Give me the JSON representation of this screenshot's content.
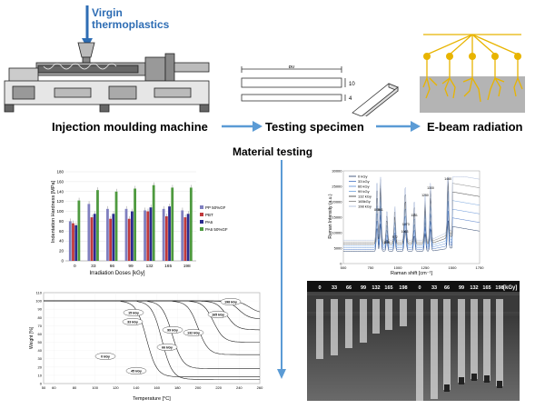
{
  "top": {
    "virgin_label": "Virgin\nthermoplastics",
    "stage1": "Injection moulding machine",
    "stage2": "Testing specimen",
    "stage3": "E-beam radiation",
    "dim_length": "80",
    "dim_height": "10",
    "dim_thick": "4"
  },
  "material_testing": "Material testing",
  "hardness_chart": {
    "type": "bar",
    "ylabel": "Indentation Hardness [MPa]",
    "xlabel": "Irradiation Doses [kGy]",
    "categories": [
      "0",
      "33",
      "66",
      "99",
      "132",
      "165",
      "198"
    ],
    "yticks": [
      "0",
      "20",
      "40",
      "60",
      "80",
      "100",
      "120",
      "140",
      "160",
      "180"
    ],
    "ylim": [
      0,
      180
    ],
    "series": [
      {
        "name": "PP 50%GF",
        "color": "#7f7fbf",
        "values": [
          80,
          115,
          105,
          105,
          102,
          105,
          102
        ]
      },
      {
        "name": "PBT",
        "color": "#c0393b",
        "values": [
          76,
          88,
          85,
          85,
          100,
          90,
          88
        ]
      },
      {
        "name": "PA6",
        "color": "#2b2b8f",
        "values": [
          72,
          95,
          95,
          100,
          108,
          110,
          95
        ]
      },
      {
        "name": "PA6 50%GF",
        "color": "#4e9a3f",
        "values": [
          122,
          143,
          140,
          146,
          153,
          148,
          148
        ]
      }
    ]
  },
  "raman_chart": {
    "type": "line",
    "ylabel": "Raman Intensity (a.u.)",
    "xlabel": "Raman shift [cm⁻¹]",
    "yticks": [
      "0",
      "5000",
      "10000",
      "15000",
      "20000",
      "25000",
      "30000"
    ],
    "xticks": [
      "500",
      "750",
      "1000",
      "1250",
      "1500",
      "1750"
    ],
    "legend": [
      "0 kGy",
      "33 kGy",
      "66 kGy",
      "99 kGy",
      "132 kGy",
      "165kGy",
      "198 kGy"
    ],
    "colors": [
      "#1f3864",
      "#4472c4",
      "#5b8dd6",
      "#6fa0dc",
      "#333333",
      "#7f7f7f",
      "#a9b9d9"
    ],
    "peaks": [
      "1460",
      "1300",
      "1250",
      "1151",
      "1073",
      "1063",
      "972",
      "899",
      "841",
      "809"
    ]
  },
  "tga_chart": {
    "type": "line",
    "ylabel": "Weight [%]",
    "xlabel": "Temperature [°C]",
    "xticks": [
      "50",
      "60",
      "80",
      "100",
      "120",
      "140",
      "160",
      "180",
      "200",
      "220",
      "240",
      "260"
    ],
    "yticks": [
      "0",
      "10",
      "20",
      "30",
      "40",
      "50",
      "60",
      "70",
      "80",
      "90",
      "100",
      "110"
    ],
    "labels": [
      "198 kGy",
      "165 kGy",
      "132 kGy",
      "99 kGy",
      "66 kGy",
      "33 kGy",
      "15 kGy",
      "0 kGy",
      "45 kGy"
    ]
  },
  "photo": {
    "doses": [
      "0",
      "33",
      "66",
      "99",
      "132",
      "165",
      "198",
      "0",
      "33",
      "66",
      "99",
      "132",
      "165",
      "198"
    ],
    "unit": "[kGy]"
  }
}
